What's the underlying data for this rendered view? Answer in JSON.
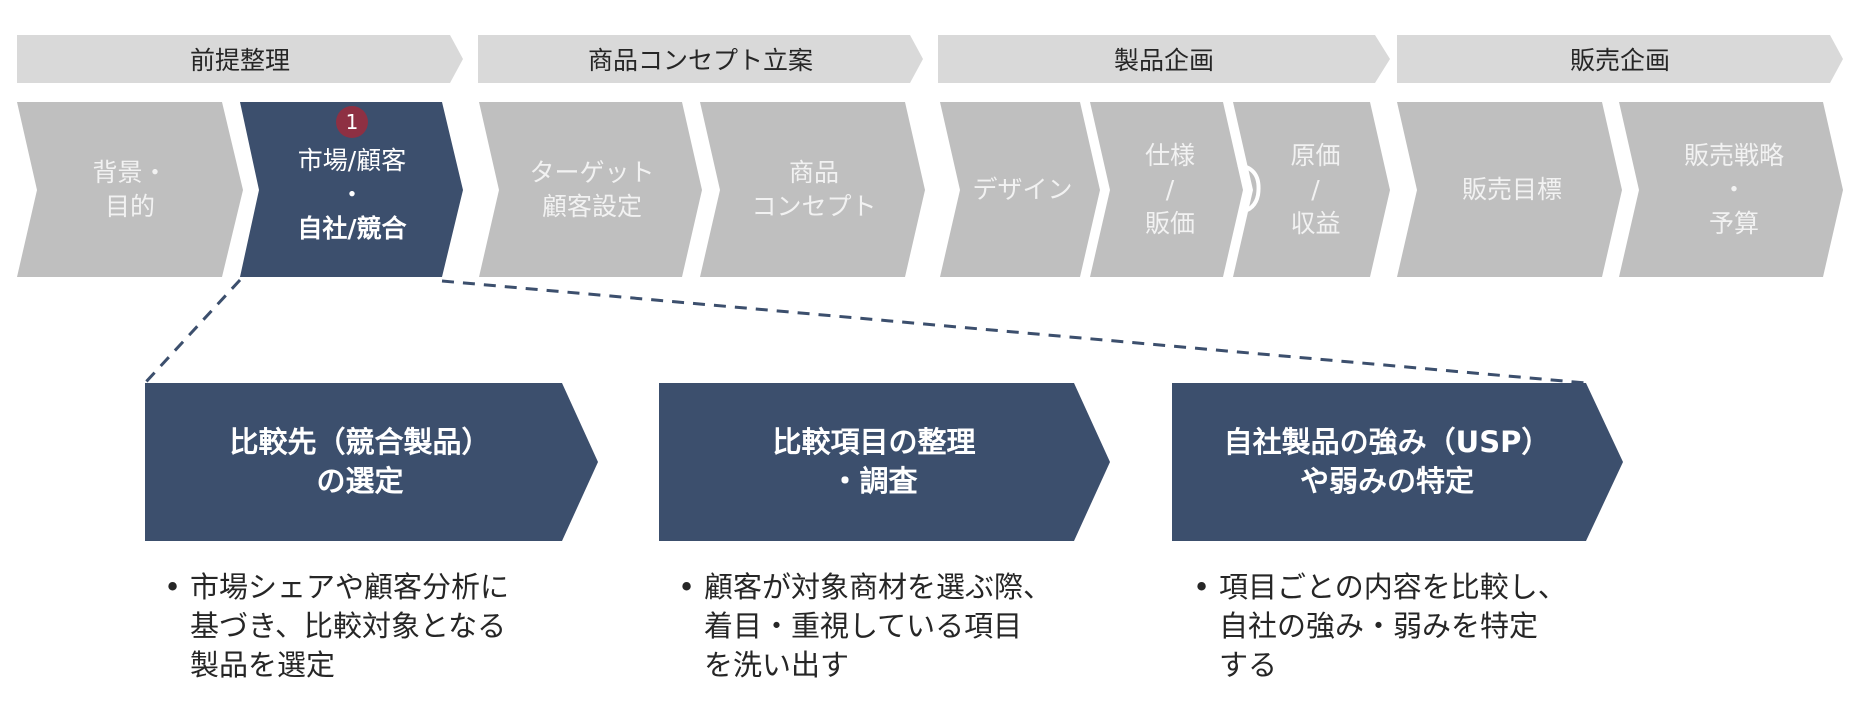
{
  "colors": {
    "phase_band": "#d9d9d9",
    "step_inactive": "#bfbfbf",
    "step_active": "#3c4f6d",
    "badge": "#8e3043",
    "dash_line": "#3c4f6d",
    "text_dark": "#262626",
    "text_light": "#ffffff"
  },
  "phases": [
    {
      "label": "前提整理"
    },
    {
      "label": "商品コンセプト立案"
    },
    {
      "label": "製品企画"
    },
    {
      "label": "販売企画"
    }
  ],
  "steps": [
    {
      "lines": [
        "背景・",
        "目的"
      ],
      "active": false
    },
    {
      "lines": [
        "市場/顧客",
        "・",
        "自社/競合"
      ],
      "active": true,
      "badge": "1"
    },
    {
      "lines": [
        "ターゲット",
        "顧客設定"
      ],
      "active": false
    },
    {
      "lines": [
        "商品",
        "コンセプト"
      ],
      "active": false
    },
    {
      "lines": [
        "デザイン"
      ],
      "active": false
    },
    {
      "lines": [
        "仕様",
        "/",
        "販価"
      ],
      "active": false
    },
    {
      "lines": [
        "原価",
        "/",
        "収益"
      ],
      "active": false
    },
    {
      "lines": [
        "販売目標"
      ],
      "active": false
    },
    {
      "lines": [
        "販売戦略",
        "・",
        "予算"
      ],
      "active": false
    }
  ],
  "detail_tasks": [
    {
      "title": [
        "比較先（競合製品）",
        "の選定"
      ],
      "bullet": [
        "市場シェアや顧客分析に",
        "基づき、比較対象となる",
        "製品を選定"
      ]
    },
    {
      "title": [
        "比較項目の整理",
        "・調査"
      ],
      "bullet": [
        "顧客が対象商材を選ぶ際、",
        "着目・重視している項目",
        "を洗い出す"
      ]
    },
    {
      "title": [
        "自社製品の強み（USP）",
        "や弱みの特定"
      ],
      "bullet": [
        "項目ごとの内容を比較し、",
        "自社の強み・弱みを特定",
        "する"
      ]
    }
  ],
  "bullet_glyph": "•"
}
